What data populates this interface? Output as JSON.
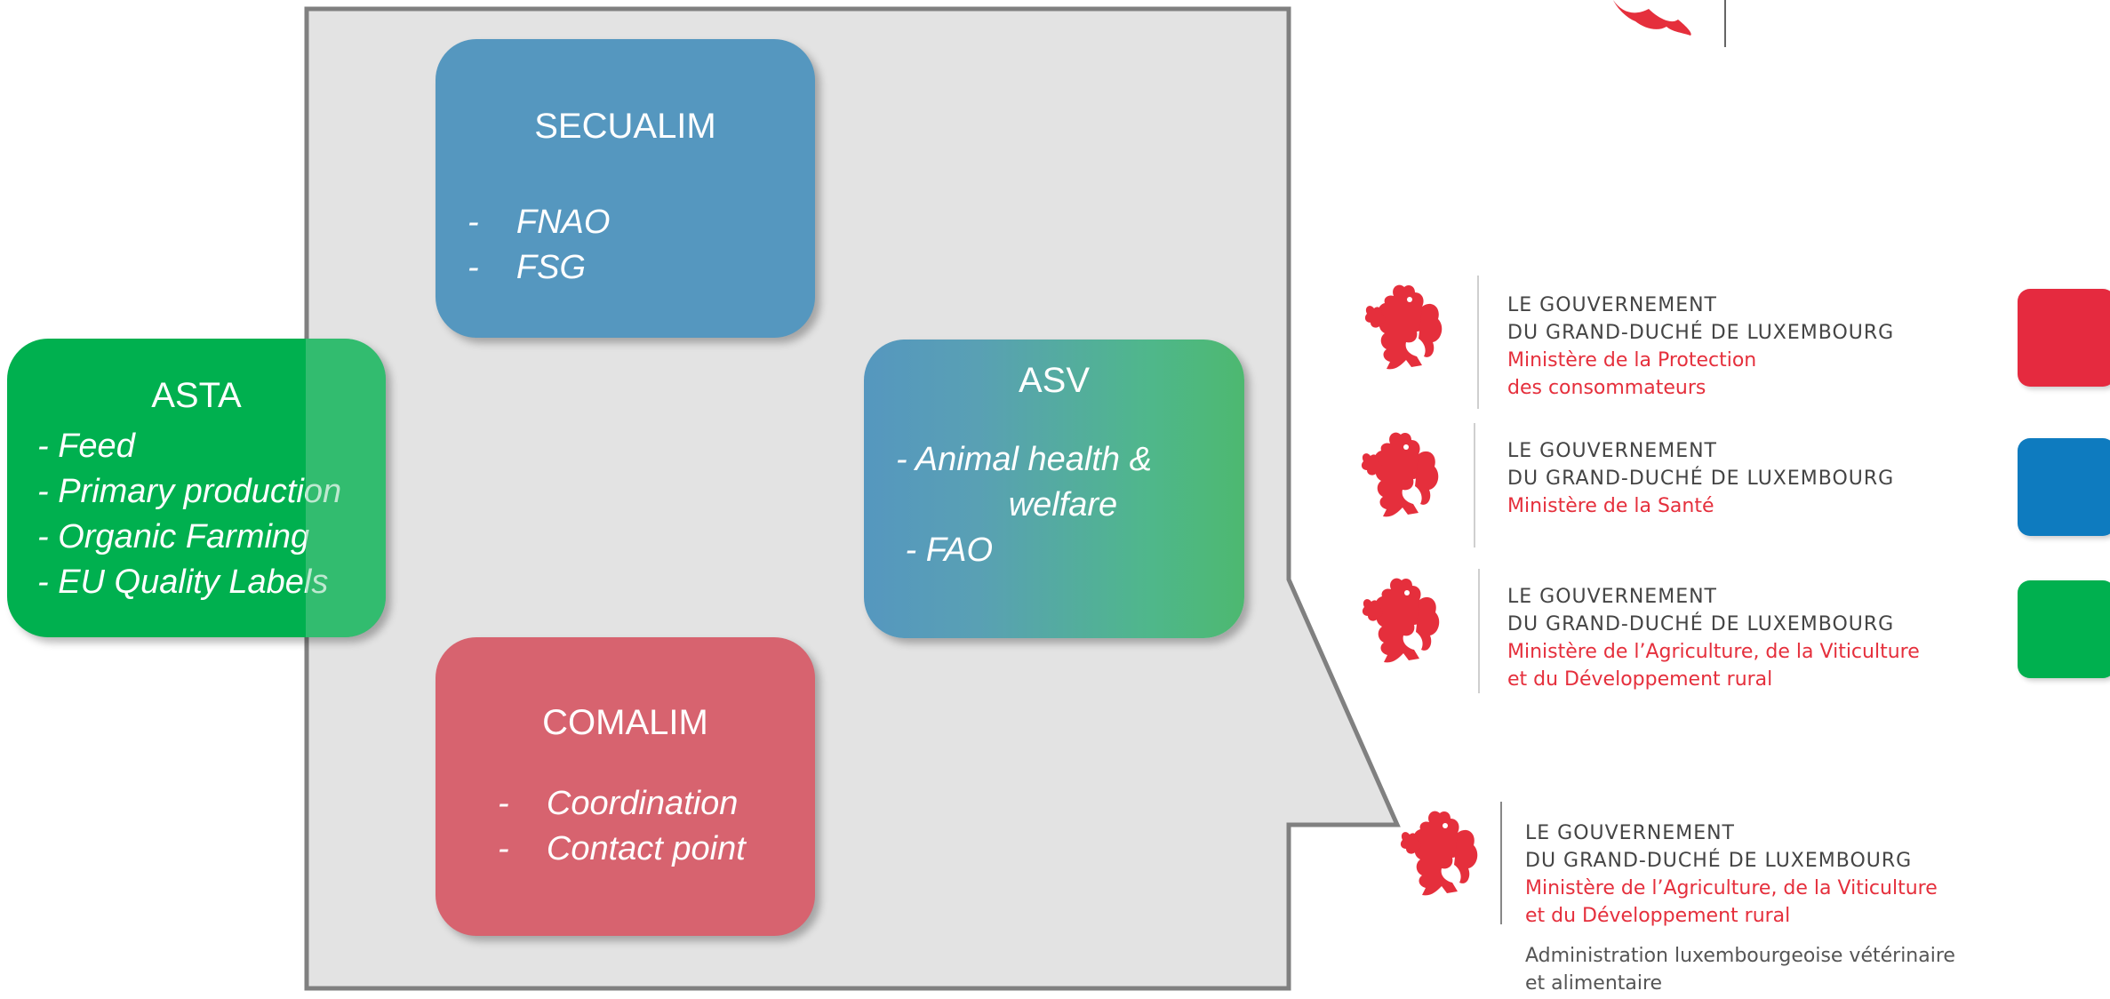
{
  "boxes": {
    "secualim": {
      "title": "SECUALIM",
      "lines": [
        "-    FNAO",
        "-    FSG"
      ]
    },
    "asta": {
      "title": "ASTA",
      "lines": [
        "- Feed",
        "- Primary production",
        "- Organic Farming",
        "- EU Quality Labels"
      ]
    },
    "asv": {
      "title": "ASV",
      "lines": [
        "- Animal health &",
        "            welfare",
        " - FAO"
      ]
    },
    "comalim": {
      "title": "COMALIM",
      "lines": [
        "-    Coordination",
        "-    Contact point"
      ]
    }
  },
  "logos": [
    {
      "gov1": "LE GOUVERNEMENT",
      "gov2": "DU GRAND-DUCHÉ DE LUXEMBOURG",
      "min1": "Ministère de la Protection",
      "min2": "des consommateurs"
    },
    {
      "gov1": "LE GOUVERNEMENT",
      "gov2": "DU GRAND-DUCHÉ DE LUXEMBOURG",
      "min1": "Ministère de la Santé"
    },
    {
      "gov1": "LE GOUVERNEMENT",
      "gov2": "DU GRAND-DUCHÉ DE LUXEMBOURG",
      "min1": "Ministère de l’Agriculture, de la Viticulture",
      "min2": "et du Développement rural"
    },
    {
      "gov1": "LE GOUVERNEMENT",
      "gov2": "DU GRAND-DUCHÉ DE LUXEMBOURG",
      "min1": "Ministère de l’Agriculture, de la Viticulture",
      "min2": "et du Développement rural",
      "adm1": "Administration luxembourgeoise vétérinaire",
      "adm2": "et alimentaire"
    }
  ],
  "colors": {
    "secualim": "#5597bf",
    "asta": "#00b04f",
    "comalim": "#d7636f",
    "swatch_red": "#e52a3f",
    "swatch_blue": "#0e7bbf",
    "swatch_green": "#00b04f",
    "callout_fill": "#e3e3e3",
    "callout_border": "#808080"
  },
  "icons": {
    "lion": "luxembourg-lion-icon"
  }
}
